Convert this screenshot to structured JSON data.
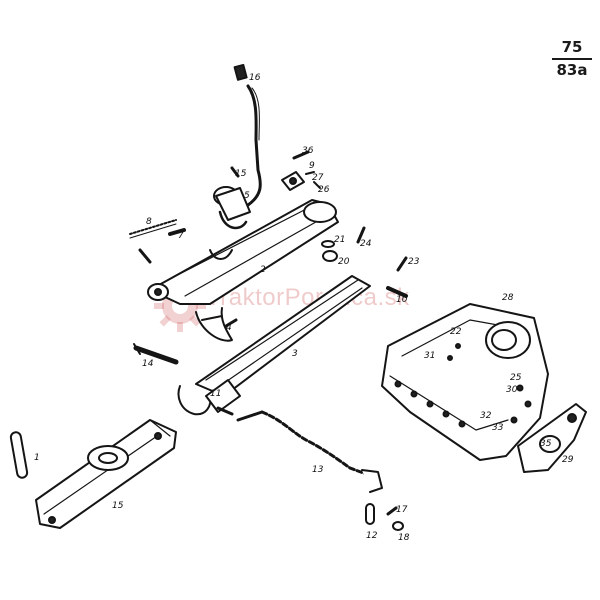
{
  "page_reference": {
    "top": "75",
    "bottom": "83a"
  },
  "watermark": {
    "text": "TraktorPoradca.sk"
  },
  "callouts": [
    "16",
    "15",
    "5",
    "36",
    "9",
    "27",
    "26",
    "8",
    "7",
    "2",
    "21",
    "24",
    "20",
    "23",
    "10",
    "4",
    "3",
    "11",
    "28",
    "31",
    "25",
    "33",
    "30",
    "32",
    "22",
    "29",
    "35",
    "1",
    "14",
    "15",
    "13",
    "17",
    "12",
    "18"
  ]
}
